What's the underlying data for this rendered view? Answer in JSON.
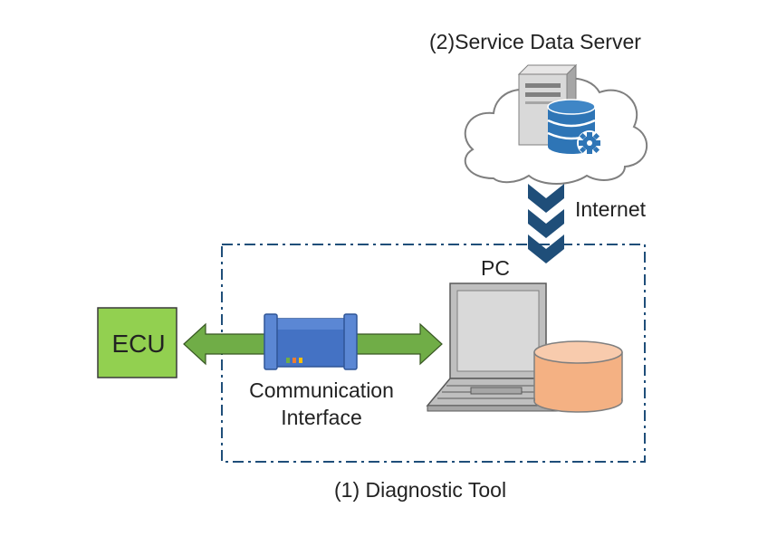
{
  "server": {
    "title": "(2)Service Data Server"
  },
  "link": {
    "label": "Internet"
  },
  "pc": {
    "label": "PC"
  },
  "ecu": {
    "label": "ECU"
  },
  "interface": {
    "line1": "Communication",
    "line2": "Interface"
  },
  "tool": {
    "title": "(1) Diagnostic Tool"
  },
  "colors": {
    "ecu_fill": "#92d050",
    "arrow_fill": "#70ad47",
    "chevron_fill": "#1f4e79",
    "database_fill": "#2e75b6",
    "disk_fill": "#f4b183",
    "interface_body": "#4472c4",
    "boundary_line": "#1f4e79",
    "laptop_gray": "#bfbfbf"
  },
  "icons": [
    "server-tower-icon",
    "database-gear-icon",
    "cloud-icon",
    "laptop-icon",
    "disk-cylinder-icon",
    "interface-device-icon",
    "chevron-down-icon"
  ]
}
